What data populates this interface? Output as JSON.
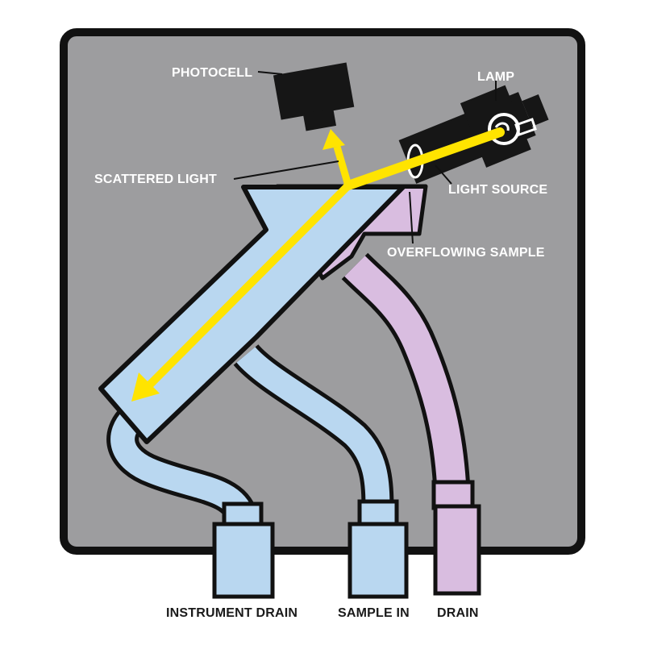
{
  "labels": {
    "photocell": "PHOTOCELL",
    "lamp": "LAMP",
    "scattered_light": "SCATTERED LIGHT",
    "light_source": "LIGHT SOURCE",
    "overflowing_sample": "OVERFLOWING SAMPLE",
    "instrument_drain": "INSTRUMENT DRAIN",
    "sample_in": "SAMPLE IN",
    "drain": "DRAIN"
  },
  "colors": {
    "housing": "#9d9d9f",
    "outline": "#111111",
    "sample_blue": "#b9d7f0",
    "overflow_purple": "#d9bde0",
    "light_yellow": "#ffe400",
    "component_black": "#161616"
  }
}
